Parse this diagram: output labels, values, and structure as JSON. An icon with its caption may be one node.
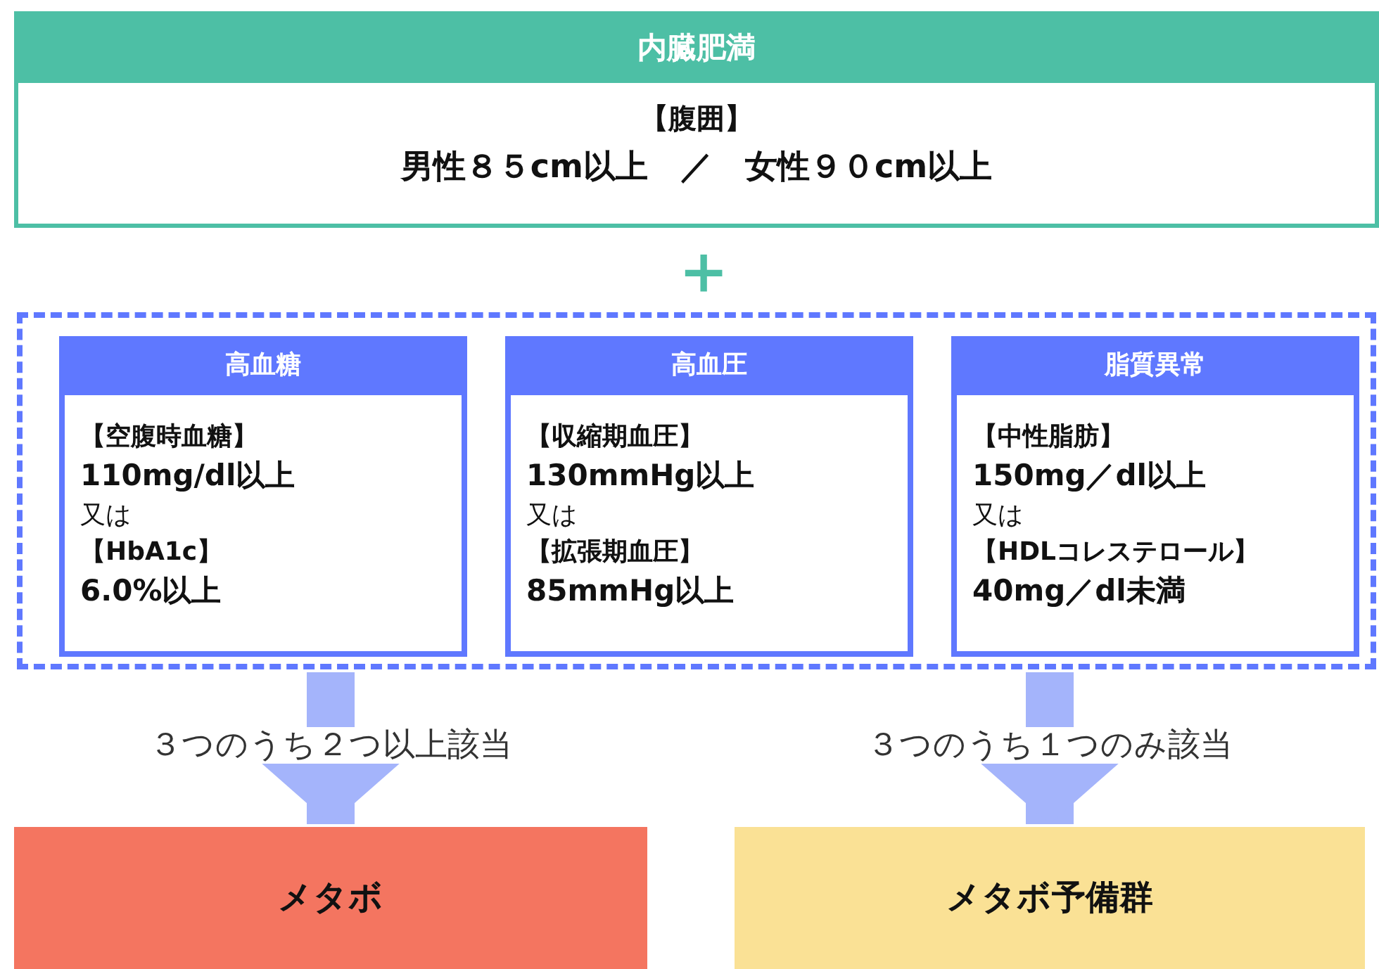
{
  "diagram": {
    "nodes": [
      {
        "text": [
          "内臓肥満",
          "【腹囲】",
          "男性８５cm以上　／　女性９０cm以上"
        ]
      },
      {
        "text": [],
        "shape": "box"
      },
      {
        "text": [
          "高血糖",
          "【空腹時血糖】",
          "110mg/dl以上",
          "又は",
          "【HbA1c】",
          "6.0%以上"
        ],
        "in": 1
      },
      {
        "text": [
          "高血圧",
          "【収縮期血圧】",
          "130mmHg以上",
          "又は",
          "【拡張期血圧】",
          "85mmHg以上"
        ],
        "in": 1
      },
      {
        "text": [
          "脂質異常",
          "【中性脂肪】",
          "150mg／dl以上",
          "又は",
          "【HDLコレステロール】",
          "40mg／dl未満"
        ],
        "in": 1
      },
      {
        "text": [
          "メタボ"
        ]
      },
      {
        "text": [
          "メタボ予備群"
        ]
      }
    ],
    "edges": [
      {
        "from": 1,
        "to": 5,
        "arrow": "to",
        "label": "３つのうち２つ以上該当"
      },
      {
        "from": 1,
        "to": 6,
        "arrow": "to",
        "label": "３つのうち１つのみ該当"
      }
    ],
    "labels": [
      "＋"
    ]
  }
}
